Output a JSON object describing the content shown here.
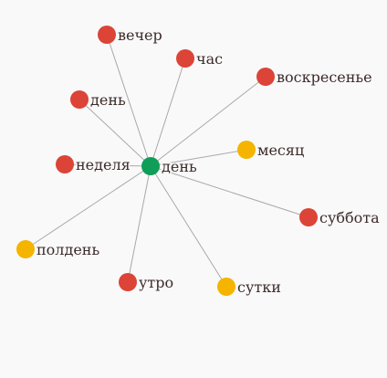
{
  "center": {
    "label": "день",
    "kind": "center"
  },
  "nodes": [
    {
      "label": "вечер",
      "kind": "red"
    },
    {
      "label": "час",
      "kind": "red"
    },
    {
      "label": "воскресенье",
      "kind": "red"
    },
    {
      "label": "день",
      "kind": "red"
    },
    {
      "label": "месяц",
      "kind": "yellow"
    },
    {
      "label": "неделя",
      "kind": "red"
    },
    {
      "label": "суббота",
      "kind": "red"
    },
    {
      "label": "полдень",
      "kind": "yellow"
    },
    {
      "label": "утро",
      "kind": "red"
    },
    {
      "label": "сутки",
      "kind": "yellow"
    }
  ],
  "colors": {
    "red": "#db4437",
    "yellow": "#f4b400",
    "center": "#0f9d58"
  }
}
